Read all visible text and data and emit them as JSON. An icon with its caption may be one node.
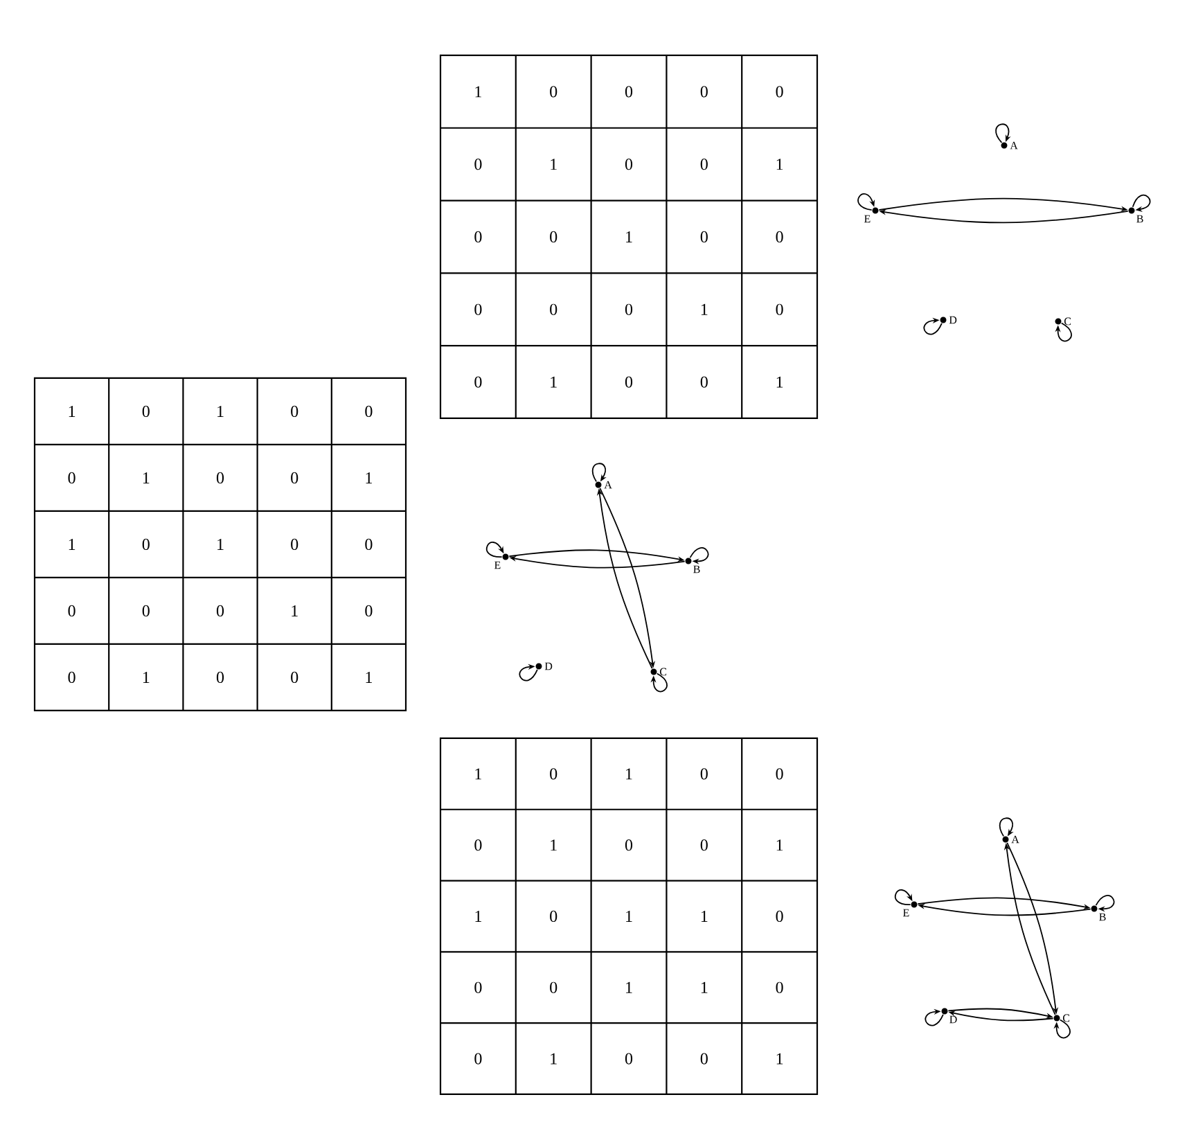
{
  "diagram": {
    "nodes": [
      {
        "text": [
          "A"
        ]
      },
      {
        "text": [
          "B"
        ]
      },
      {
        "text": [
          "C"
        ]
      },
      {
        "text": [
          "D"
        ]
      },
      {
        "text": [
          "E"
        ]
      },
      {
        "text": [
          "A"
        ]
      },
      {
        "text": [
          "B"
        ]
      },
      {
        "text": [
          "C"
        ]
      },
      {
        "text": [
          "D"
        ]
      },
      {
        "text": [
          "E"
        ]
      },
      {
        "text": [
          "A"
        ]
      },
      {
        "text": [
          "B"
        ]
      },
      {
        "text": [
          "C"
        ]
      },
      {
        "text": [
          "D"
        ]
      },
      {
        "text": [
          "E"
        ]
      }
    ],
    "edges": [
      {
        "from": 0,
        "to": 0,
        "arrow": "to"
      },
      {
        "from": 1,
        "to": 1,
        "arrow": "to"
      },
      {
        "from": 2,
        "to": 2,
        "arrow": "to"
      },
      {
        "from": 3,
        "to": 3,
        "arrow": "to"
      },
      {
        "from": 4,
        "to": 4,
        "arrow": "to"
      },
      {
        "from": 1,
        "to": 4,
        "arrow": "to"
      },
      {
        "from": 4,
        "to": 1,
        "arrow": "to"
      },
      {
        "from": 5,
        "to": 5,
        "arrow": "to"
      },
      {
        "from": 6,
        "to": 6,
        "arrow": "to"
      },
      {
        "from": 7,
        "to": 7,
        "arrow": "to"
      },
      {
        "from": 8,
        "to": 8,
        "arrow": "to"
      },
      {
        "from": 9,
        "to": 9,
        "arrow": "to"
      },
      {
        "from": 6,
        "to": 9,
        "arrow": "to"
      },
      {
        "from": 9,
        "to": 6,
        "arrow": "to"
      },
      {
        "from": 5,
        "to": 7,
        "arrow": "to"
      },
      {
        "from": 7,
        "to": 5,
        "arrow": "to"
      },
      {
        "from": 10,
        "to": 10,
        "arrow": "to"
      },
      {
        "from": 11,
        "to": 11,
        "arrow": "to"
      },
      {
        "from": 12,
        "to": 12,
        "arrow": "to"
      },
      {
        "from": 13,
        "to": 13,
        "arrow": "to"
      },
      {
        "from": 14,
        "to": 14,
        "arrow": "to"
      },
      {
        "from": 11,
        "to": 14,
        "arrow": "to"
      },
      {
        "from": 14,
        "to": 11,
        "arrow": "to"
      },
      {
        "from": 10,
        "to": 12,
        "arrow": "to"
      },
      {
        "from": 12,
        "to": 10,
        "arrow": "to"
      },
      {
        "from": 12,
        "to": 13,
        "arrow": "to"
      },
      {
        "from": 13,
        "to": 12,
        "arrow": "to"
      }
    ],
    "labels": [
      "1",
      "0",
      "0",
      "0",
      "0",
      "0",
      "1",
      "0",
      "0",
      "1",
      "0",
      "0",
      "1",
      "0",
      "0",
      "0",
      "0",
      "0",
      "1",
      "0",
      "0",
      "1",
      "0",
      "0",
      "1",
      "1",
      "0",
      "1",
      "0",
      "0",
      "0",
      "1",
      "0",
      "0",
      "1",
      "1",
      "0",
      "1",
      "0",
      "0",
      "0",
      "0",
      "0",
      "1",
      "0",
      "0",
      "1",
      "0",
      "0",
      "1",
      "1",
      "0",
      "1",
      "0",
      "0",
      "0",
      "1",
      "0",
      "0",
      "1",
      "1",
      "0",
      "1",
      "1",
      "0",
      "0",
      "0",
      "1",
      "1",
      "0",
      "0",
      "1",
      "0",
      "0",
      "1"
    ]
  }
}
